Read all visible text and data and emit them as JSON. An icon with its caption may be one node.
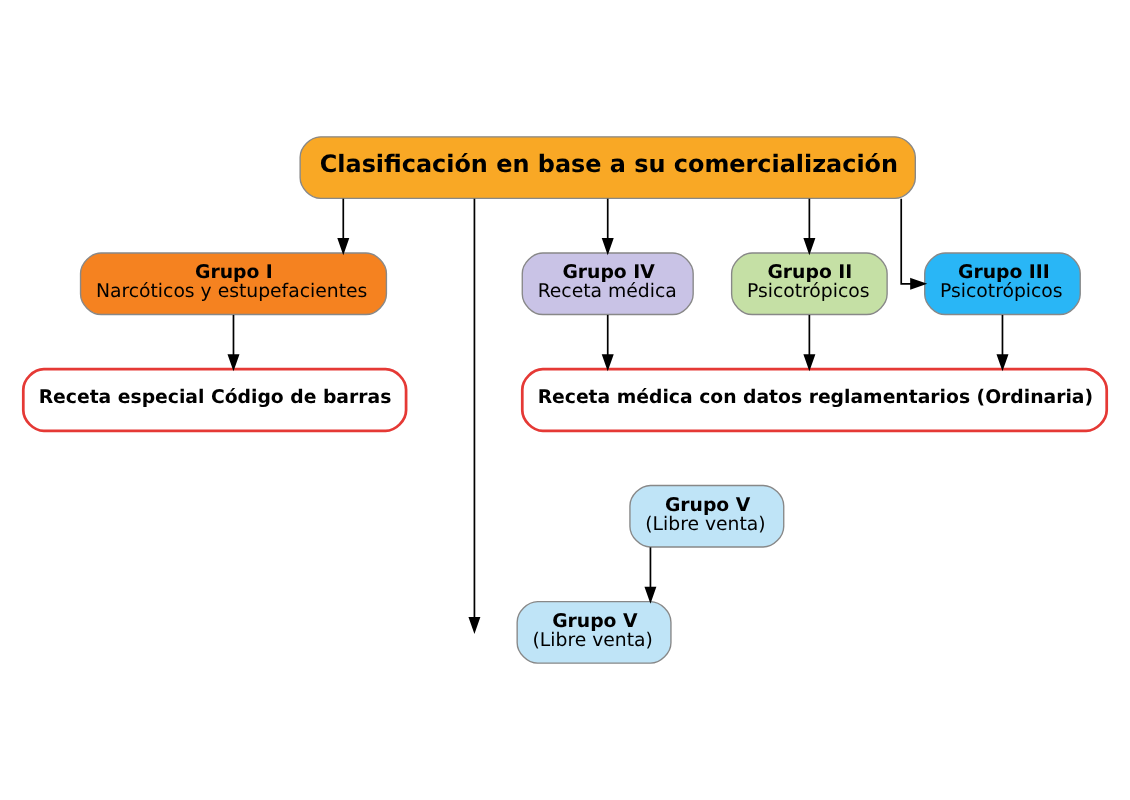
{
  "diagram": {
    "nodes": [
      {
        "text": [
          "Clasificación en base a su comercialización"
        ]
      },
      {
        "text": [
          "Grupo I",
          "Narcóticos y estupefacientes"
        ]
      },
      {
        "text": [
          "Grupo II",
          "Psicotrópicos"
        ]
      },
      {
        "text": [
          "Grupo III",
          "Psicotrópicos"
        ]
      },
      {
        "text": [
          "Grupo IV",
          "Receta médica"
        ]
      },
      {
        "text": [
          "Receta especial Código de barras"
        ]
      },
      {
        "text": [
          "Receta médica con datos reglamentarios (Ordinaria)"
        ]
      },
      {
        "text": [
          "Grupo V",
          "(Libre venta)"
        ]
      },
      {
        "text": [
          "Grupo V",
          "(Libre venta)"
        ]
      }
    ],
    "edges": [
      {
        "from": 0,
        "to": 1,
        "arrow": "to"
      },
      {
        "from": 0,
        "to": 2,
        "arrow": "to"
      },
      {
        "from": 0,
        "to": 3,
        "arrow": "to"
      },
      {
        "from": 0,
        "to": 4,
        "arrow": "to"
      },
      {
        "from": 0,
        "to": null,
        "arrow": "to"
      },
      {
        "from": 1,
        "to": 5,
        "arrow": "to"
      },
      {
        "from": 2,
        "to": 6,
        "arrow": "to"
      },
      {
        "from": 3,
        "to": 6,
        "arrow": "to"
      },
      {
        "from": 4,
        "to": 6,
        "arrow": "to"
      },
      {
        "from": 7,
        "to": 8,
        "arrow": "to"
      }
    ]
  }
}
